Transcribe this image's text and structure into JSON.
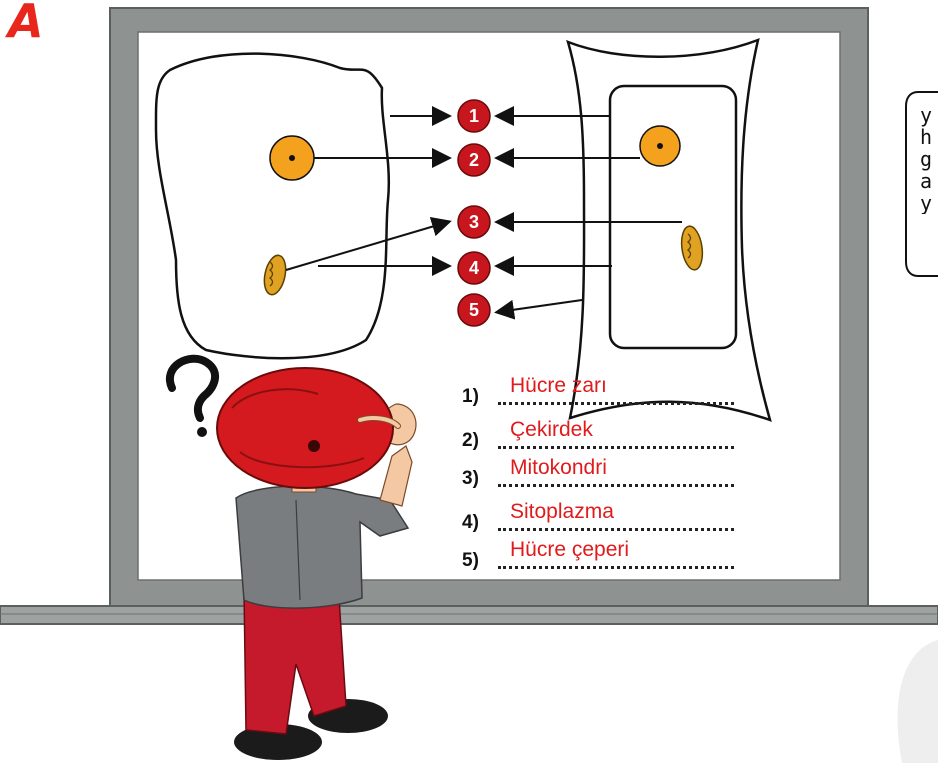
{
  "corner_label": "A",
  "badges": [
    "1",
    "2",
    "3",
    "4",
    "5"
  ],
  "answers": [
    {
      "number": "1)",
      "text": "Hücre zarı"
    },
    {
      "number": "2)",
      "text": "Çekirdek"
    },
    {
      "number": "3)",
      "text": "Mitokondri"
    },
    {
      "number": "4)",
      "text": "Sitoplazma"
    },
    {
      "number": "5)",
      "text": "Hücre çeperi"
    }
  ],
  "side_note_letters": [
    "y",
    "h",
    "g",
    "a",
    "y"
  ],
  "colors": {
    "board_frame": "#8e9391",
    "board_surface": "#ffffff",
    "badge": "#c8161f",
    "answer_text": "#e11b1b",
    "nucleus": "#f4a21d",
    "cap": "#d41a1e",
    "shirt": "#7a7d80",
    "pants": "#c41a2c",
    "skin": "#f3c8a2"
  }
}
